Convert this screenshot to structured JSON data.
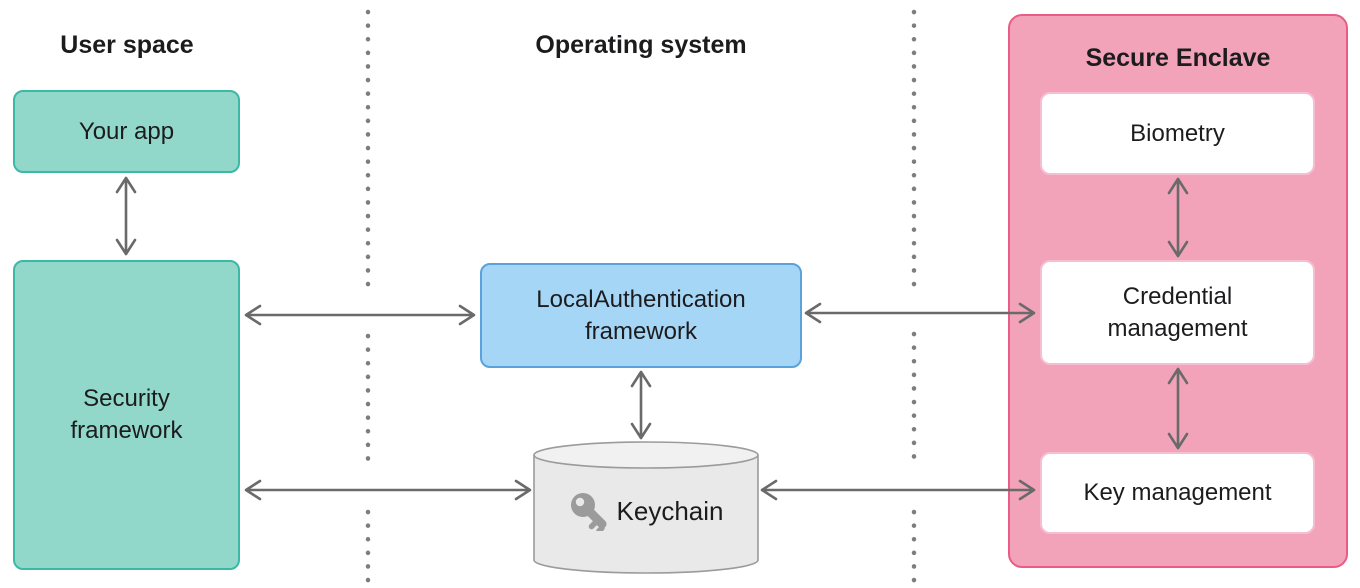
{
  "columns": {
    "user_space": "User space",
    "operating_system": "Operating system",
    "secure_enclave": "Secure Enclave"
  },
  "nodes": {
    "your_app": "Your app",
    "security_framework": "Security framework",
    "local_authentication": "LocalAuthentication framework",
    "keychain": "Keychain",
    "biometry": "Biometry",
    "credential_management": "Credential management",
    "key_management": "Key management"
  },
  "icons": {
    "keychain_key": "key-icon"
  },
  "colors": {
    "teal_fill": "#92d8ca",
    "teal_border": "#3cb8a6",
    "blue_fill": "#a5d6f6",
    "blue_border": "#5aa2dc",
    "pink_fill": "#f2a3ba",
    "pink_border": "#e85c86",
    "white_box_border": "#f6bed2",
    "cylinder_fill": "#e9e9e9",
    "cylinder_border": "#9b9b9b",
    "arrow": "#6a6a6a",
    "divider_dots": "#7d7d7d",
    "text": "#1c1c1e"
  }
}
